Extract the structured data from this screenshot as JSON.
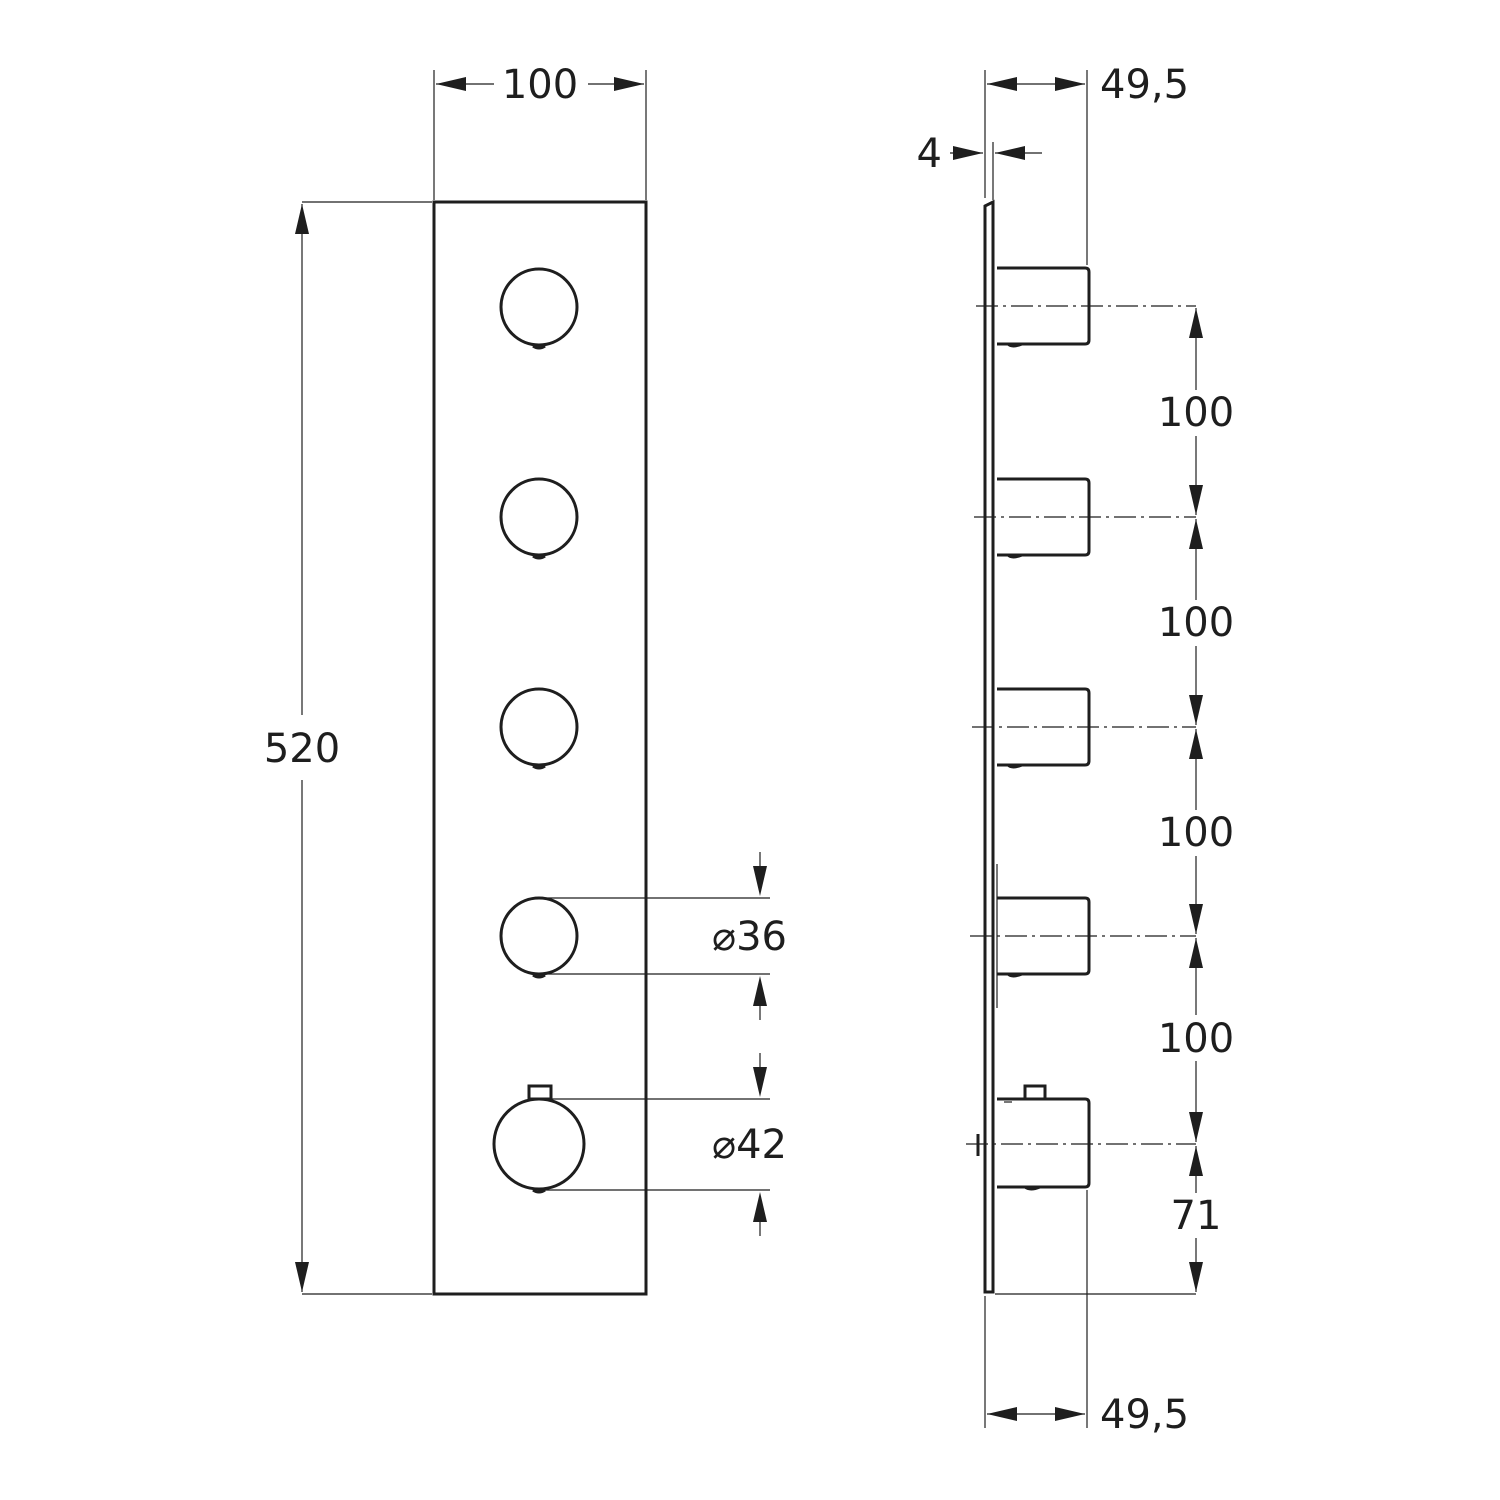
{
  "front_view": {
    "width_label": "100",
    "height_label": "520",
    "small_knob_diameter_label": "⌀36",
    "large_knob_diameter_label": "⌀42"
  },
  "side_view": {
    "depth_top_label": "49,5",
    "plate_thickness_label": "4",
    "spacing_labels": [
      "100",
      "100",
      "100",
      "100"
    ],
    "bottom_offset_label": "71",
    "depth_bottom_label": "49,5"
  }
}
